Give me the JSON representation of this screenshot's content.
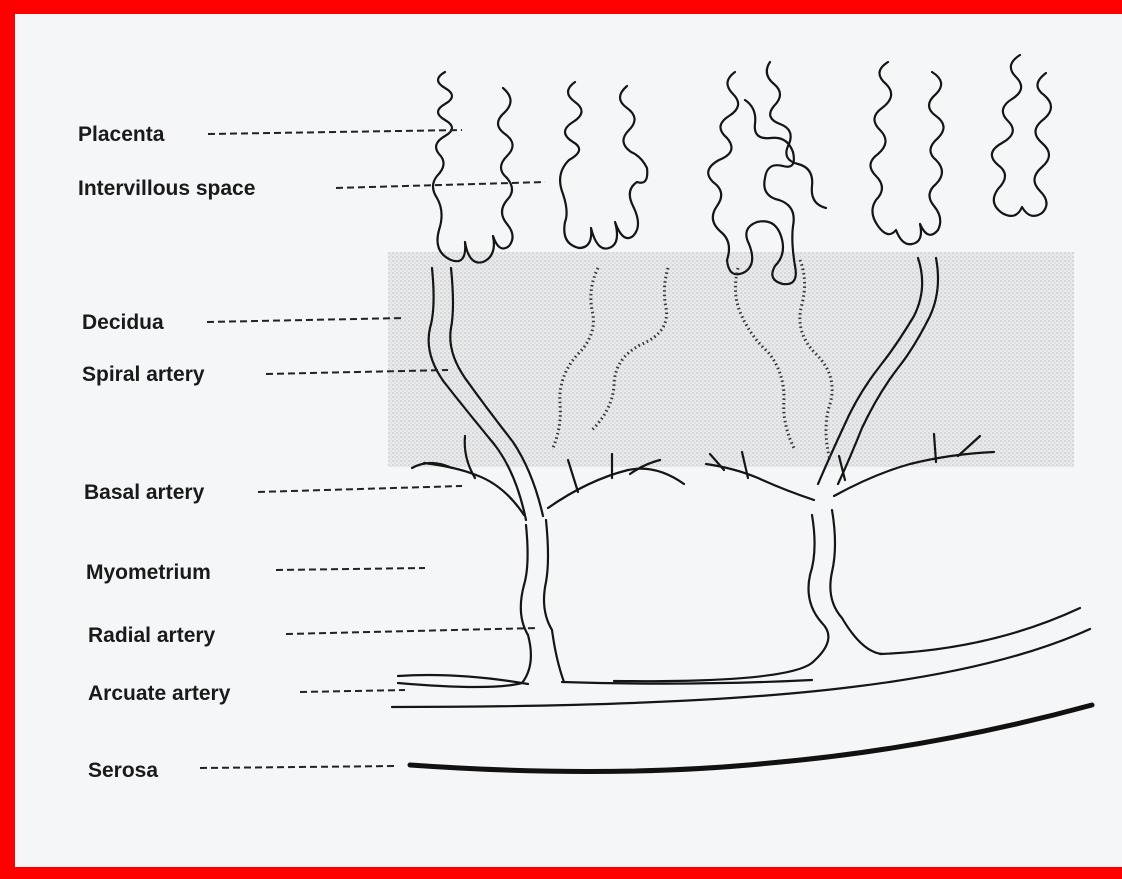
{
  "diagram": {
    "labels": {
      "placenta": "Placenta",
      "intervillous_space": "Intervillous space",
      "decidua": "Decidua",
      "spiral_artery": "Spiral artery",
      "basal_artery": "Basal artery",
      "myometrium": "Myometrium",
      "radial_artery": "Radial artery",
      "arcuate_artery": "Arcuate artery",
      "serosa": "Serosa"
    },
    "colors": {
      "frame_border": "#ff0000",
      "background": "#f4f6f8",
      "decidua_shading": "#d9d9d9",
      "ink": "#151515"
    }
  }
}
